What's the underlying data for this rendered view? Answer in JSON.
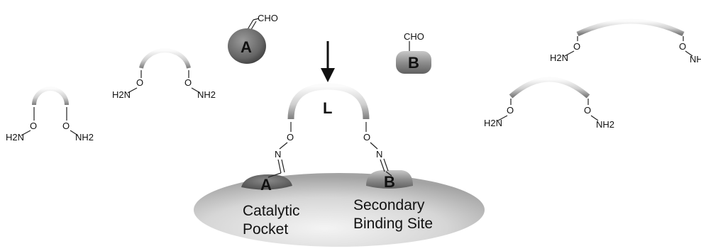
{
  "diagram": {
    "linker_label": "L",
    "fragment_a": {
      "label": "A",
      "group": "CHO"
    },
    "fragment_b": {
      "label": "B",
      "group": "CHO"
    },
    "amine_left": "H2N",
    "amine_right": "NH2",
    "oxygen": "O",
    "nitrogen": "N",
    "catalytic_pocket": [
      "Catalytic",
      "Pocket"
    ],
    "secondary_site": [
      "Secondary",
      "Binding Site"
    ],
    "colors": {
      "fragment_a_fill": "#6e6e6e",
      "fragment_b_fill": "#8c8c8c",
      "protein_fill": "#d9d9d9",
      "linker_highlight": "#f2f2f2",
      "linker_shadow": "#8a8a8a"
    }
  }
}
